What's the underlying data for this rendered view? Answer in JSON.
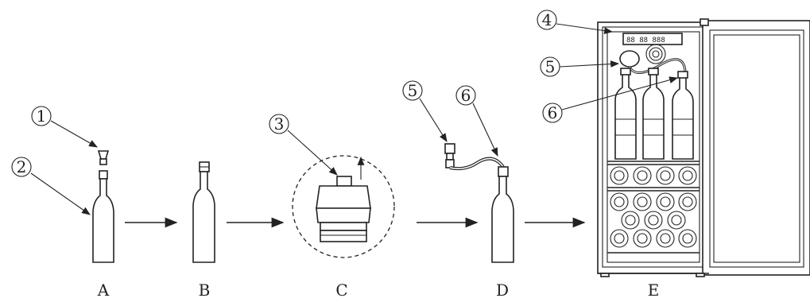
{
  "stages": [
    {
      "id": "A",
      "label": "A"
    },
    {
      "id": "B",
      "label": "B"
    },
    {
      "id": "C",
      "label": "C"
    },
    {
      "id": "D",
      "label": "D"
    },
    {
      "id": "E",
      "label": "E"
    }
  ],
  "callouts": {
    "c1": "1",
    "c2": "2",
    "c3": "3",
    "c4": "4",
    "c5a": "5",
    "c5b": "5",
    "c6a": "6",
    "c6b": "6"
  },
  "display_text": "88 88 888"
}
